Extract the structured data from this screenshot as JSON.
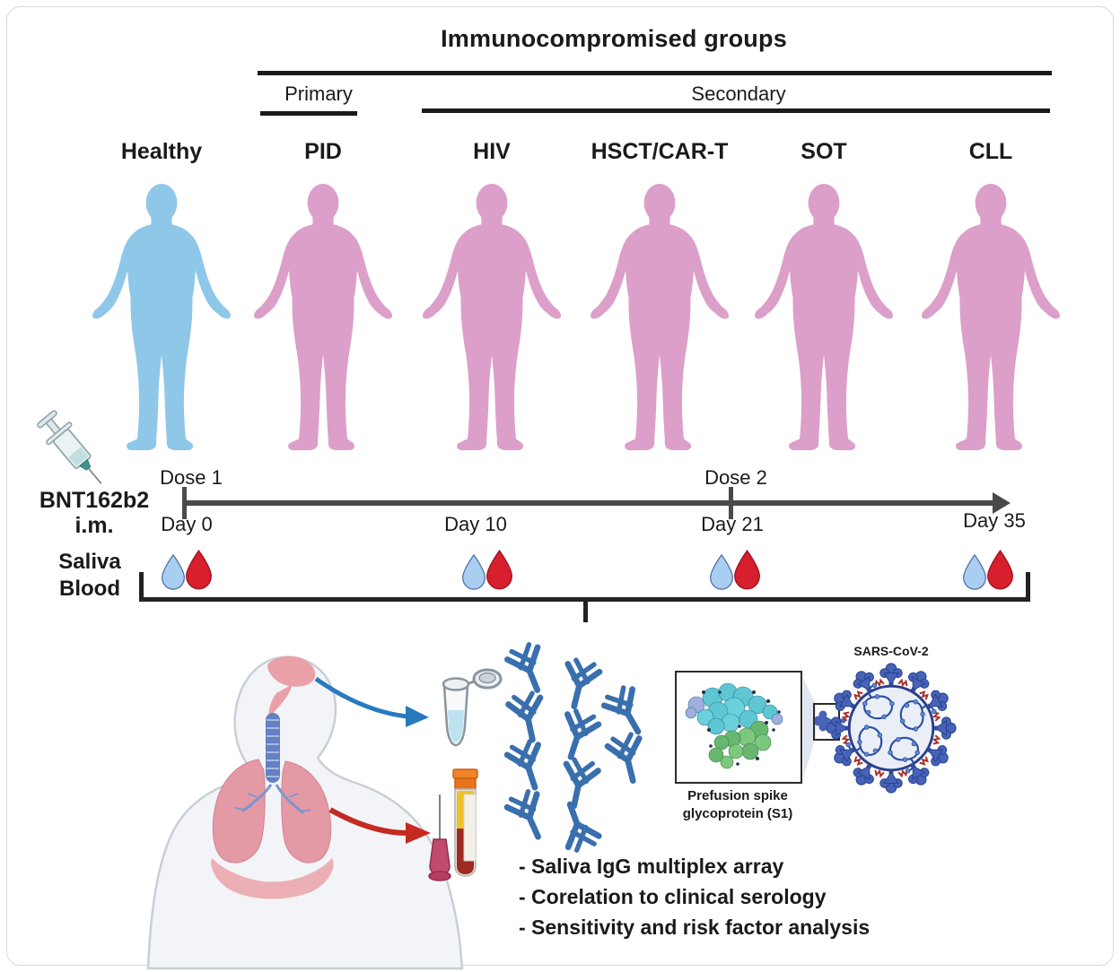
{
  "figure": {
    "title": "Immunocompromised groups",
    "categories": {
      "primary": "Primary",
      "secondary": "Secondary"
    },
    "groups": [
      {
        "label": "Healthy",
        "category": "control",
        "color": "#8FC7E9"
      },
      {
        "label": "PID",
        "category": "primary",
        "color": "#DB9FC9"
      },
      {
        "label": "HIV",
        "category": "secondary",
        "color": "#DB9FC9"
      },
      {
        "label": "HSCT/CAR-T",
        "category": "secondary",
        "color": "#DB9FC9"
      },
      {
        "label": "SOT",
        "category": "secondary",
        "color": "#DB9FC9"
      },
      {
        "label": "CLL",
        "category": "secondary",
        "color": "#DB9FC9"
      }
    ]
  },
  "vaccine": {
    "name": "BNT162b2",
    "route": "i.m."
  },
  "timeline": {
    "points": [
      {
        "dose": "Dose 1",
        "day": "Day 0"
      },
      {
        "day": "Day 10"
      },
      {
        "dose": "Dose 2",
        "day": "Day 21"
      },
      {
        "day": "Day 35"
      }
    ]
  },
  "samples": {
    "saliva": "Saliva",
    "blood": "Blood",
    "saliva_drop_color": "#A9CEF2",
    "blood_drop_color": "#D71F2E"
  },
  "analysis": {
    "spike_label_1": "Prefusion spike",
    "spike_label_2": "glycoprotein (S1)",
    "virus_label": "SARS-CoV-2",
    "bullets": [
      "- Saliva IgG multiplex array",
      "- Corelation to clinical serology",
      "- Sensitivity and risk factor analysis"
    ]
  },
  "colors": {
    "healthy_figure": "#8FC7E9",
    "immunocompromised_figure": "#DB9FC9",
    "timeline_line": "#4a4a4a",
    "antibody_blue": "#3A6FAE",
    "saliva_arrow_blue": "#2979BE",
    "blood_arrow_red": "#C52A20",
    "virus_blue": "#4663B8"
  }
}
